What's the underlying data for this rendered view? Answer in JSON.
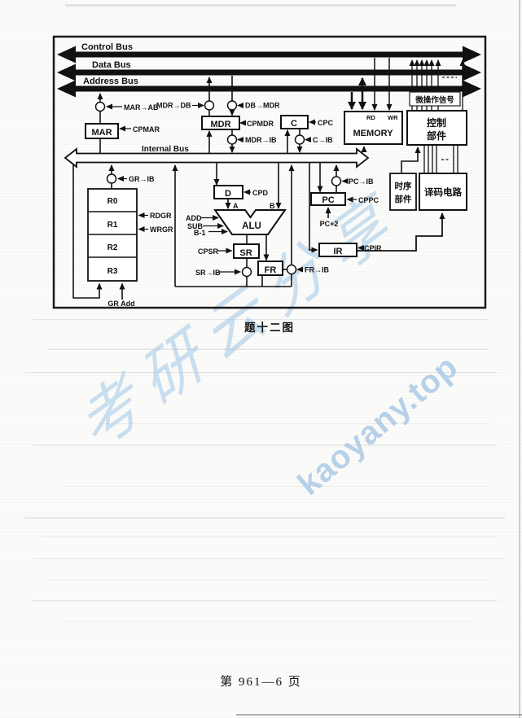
{
  "page": {
    "caption": "题十二图",
    "footer": "第 961—6 页"
  },
  "watermarks": {
    "site": "kaoyany.top",
    "script_text": "考研云分享",
    "color": "#98c1e6"
  },
  "diagram": {
    "buses": {
      "control": "Control Bus",
      "data": "Data Bus",
      "address": "Address Bus",
      "internal": "Internal Bus"
    },
    "blocks": {
      "mar": "MAR",
      "mdr": "MDR",
      "c": "C",
      "memory": "MEMORY",
      "memory_rd": "RD",
      "memory_wr": "WR",
      "control_unit": [
        "控制",
        "部件"
      ],
      "micro_op_signal": "微操作信号",
      "timing_unit": [
        "时序",
        "部件"
      ],
      "decoder": "译码电路",
      "d_reg": "D",
      "alu": "ALU",
      "sr": "SR",
      "fr": "FR",
      "pc": "PC",
      "ir": "IR",
      "registers": [
        "R0",
        "R1",
        "R2",
        "R3"
      ]
    },
    "signals": {
      "mar_ab": "MAR→AB",
      "cpmar": "CPMAR",
      "mdr_db": "MDR→DB",
      "db_mdr": "DB→MDR",
      "cpmdr": "CPMDR",
      "mdr_ib": "MDR→IB",
      "cpc": "CPC",
      "c_ib": "C→IB",
      "gr_ib": "GR→IB",
      "rdgr": "RDGR",
      "wrgr": "WRGR",
      "add": "ADD",
      "sub": "SUB",
      "b1": "B-1",
      "cpd": "CPD",
      "a_in": "A",
      "b_in": "B",
      "cpsr": "CPSR",
      "sr_ib": "SR→IB",
      "fr_ib": "FR→IB",
      "cpir": "CPIR",
      "pc_ib": "PC→IB",
      "cppc": "CPPC",
      "pc2": "PC+2",
      "gr_add": "GR Add"
    }
  }
}
